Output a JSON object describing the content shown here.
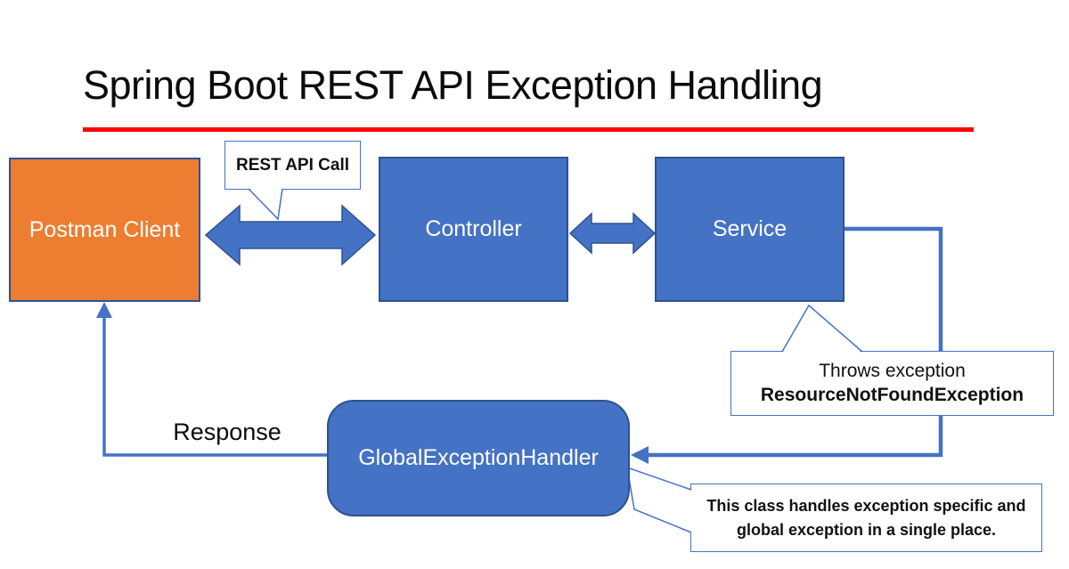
{
  "title": {
    "text": "Spring Boot REST API Exception Handling"
  },
  "colors": {
    "accent_blue": "#4472C4",
    "border_blue": "#2F528F",
    "node_orange": "#ED7D31",
    "underline_red": "#FF0000",
    "text_white": "#FFFFFF",
    "text_black": "#0B0B0B"
  },
  "nodes": {
    "postman": {
      "label": "Postman Client"
    },
    "controller": {
      "label": "Controller"
    },
    "service": {
      "label": "Service"
    },
    "handler": {
      "label": "GlobalExceptionHandler"
    }
  },
  "callouts": {
    "rest_api_call": {
      "text": "REST API Call"
    },
    "throws_exception": {
      "line1": "Throws exception",
      "line2": "ResourceNotFoundException"
    },
    "handler_note": {
      "line1": "This class handles exception specific and",
      "line2": "global exception in a single place."
    }
  },
  "labels": {
    "response": "Response"
  },
  "icons": {
    "double_arrow_client_controller": "bidirectional-arrow",
    "double_arrow_controller_service": "bidirectional-arrow",
    "service_to_handler": "elbow-arrow",
    "handler_to_client": "elbow-arrow"
  }
}
